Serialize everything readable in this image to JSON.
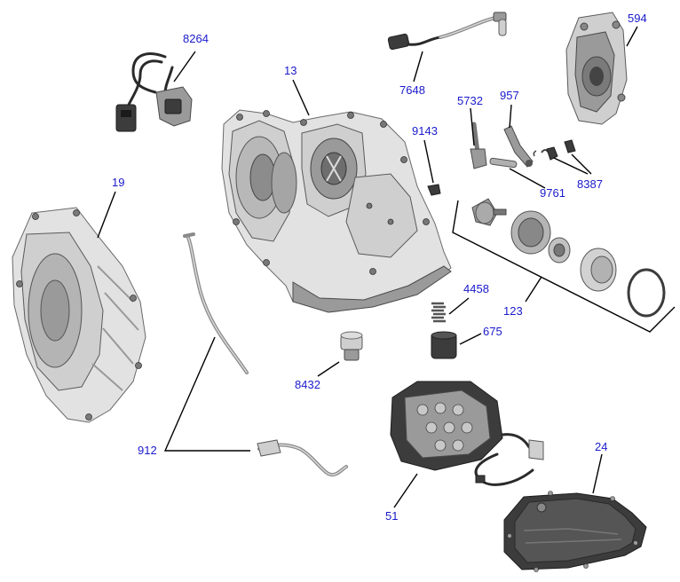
{
  "diagram": {
    "callouts": {
      "c8264": "8264",
      "c594": "594",
      "c7648": "7648",
      "c13": "13",
      "c5732": "5732",
      "c957": "957",
      "c9143": "9143",
      "c9761": "9761",
      "c8387": "8387",
      "c19": "19",
      "c4458": "4458",
      "c123": "123",
      "c675": "675",
      "c8432": "8432",
      "c912": "912",
      "c24": "24",
      "c51": "51"
    }
  }
}
